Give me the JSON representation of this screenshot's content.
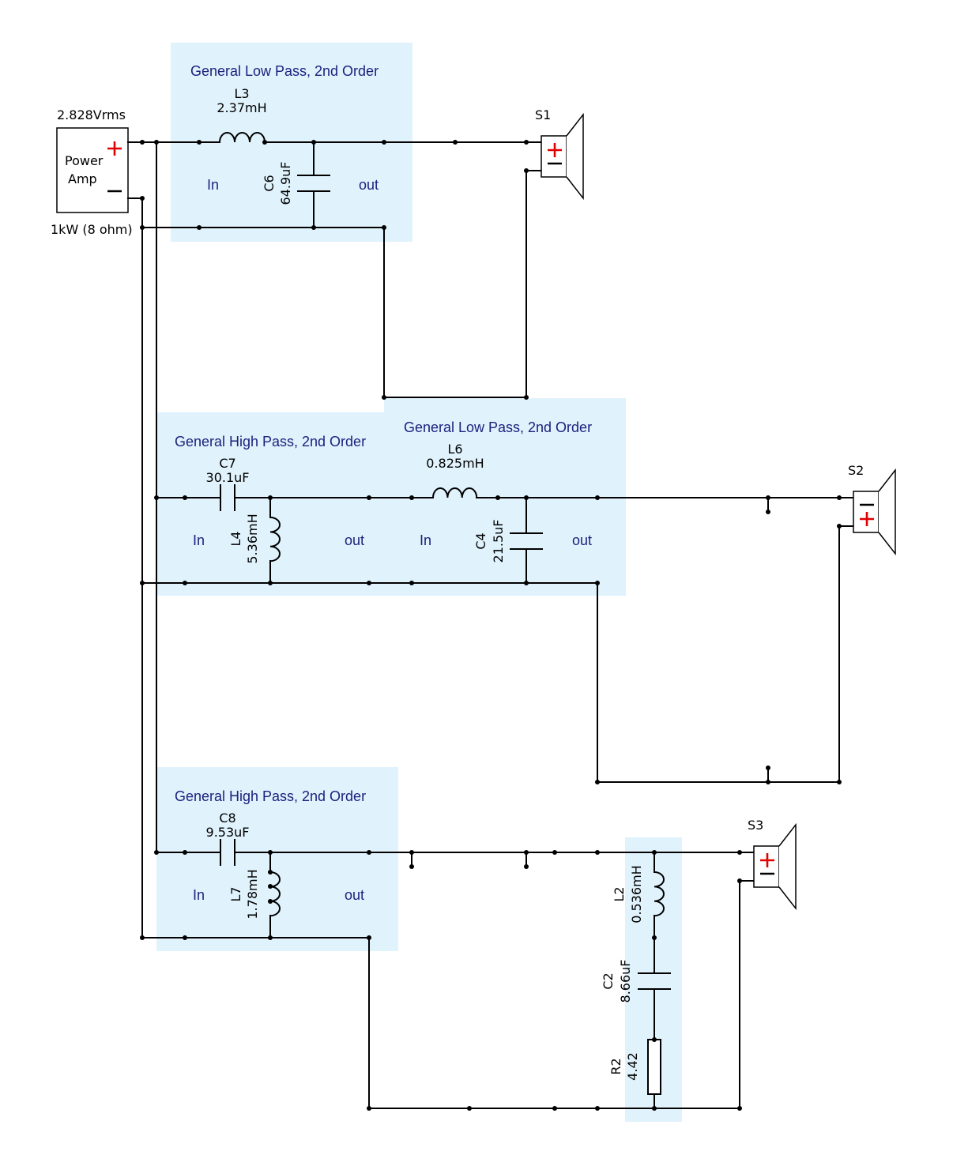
{
  "amplifier": {
    "voltage": "2.828Vrms",
    "name_line1": "Power",
    "name_line2": "Amp",
    "rating": "1kW (8 ohm)"
  },
  "sections": {
    "s1_low_pass": {
      "title": "General Low Pass, 2nd Order",
      "in": "In",
      "out": "out"
    },
    "s2_high_pass": {
      "title": "General High Pass, 2nd Order",
      "in": "In",
      "out": "out"
    },
    "s2_low_pass": {
      "title": "General Low Pass, 2nd Order",
      "in": "In",
      "out": "out"
    },
    "s3_high_pass": {
      "title": "General High Pass, 2nd Order",
      "in": "In",
      "out": "out"
    }
  },
  "components": {
    "L3": {
      "name": "L3",
      "value": "2.37mH"
    },
    "C6": {
      "name": "C6",
      "value": "64.9uF"
    },
    "C7": {
      "name": "C7",
      "value": "30.1uF"
    },
    "L4": {
      "name": "L4",
      "value": "5.36mH"
    },
    "L6": {
      "name": "L6",
      "value": "0.825mH"
    },
    "C4": {
      "name": "C4",
      "value": "21.5uF"
    },
    "C8": {
      "name": "C8",
      "value": "9.53uF"
    },
    "L7": {
      "name": "L7",
      "value": "1.78mH"
    },
    "L2": {
      "name": "L2",
      "value": "0.536mH"
    },
    "C2": {
      "name": "C2",
      "value": "8.66uF"
    },
    "R2": {
      "name": "R2",
      "value": "4.42"
    }
  },
  "speakers": {
    "S1": {
      "name": "S1"
    },
    "S2": {
      "name": "S2"
    },
    "S3": {
      "name": "S3"
    }
  },
  "colors": {
    "section_fill": "#e0f2fc",
    "section_text": "#1a237e",
    "positive_terminal": "#e00000",
    "wire": "#000000"
  }
}
